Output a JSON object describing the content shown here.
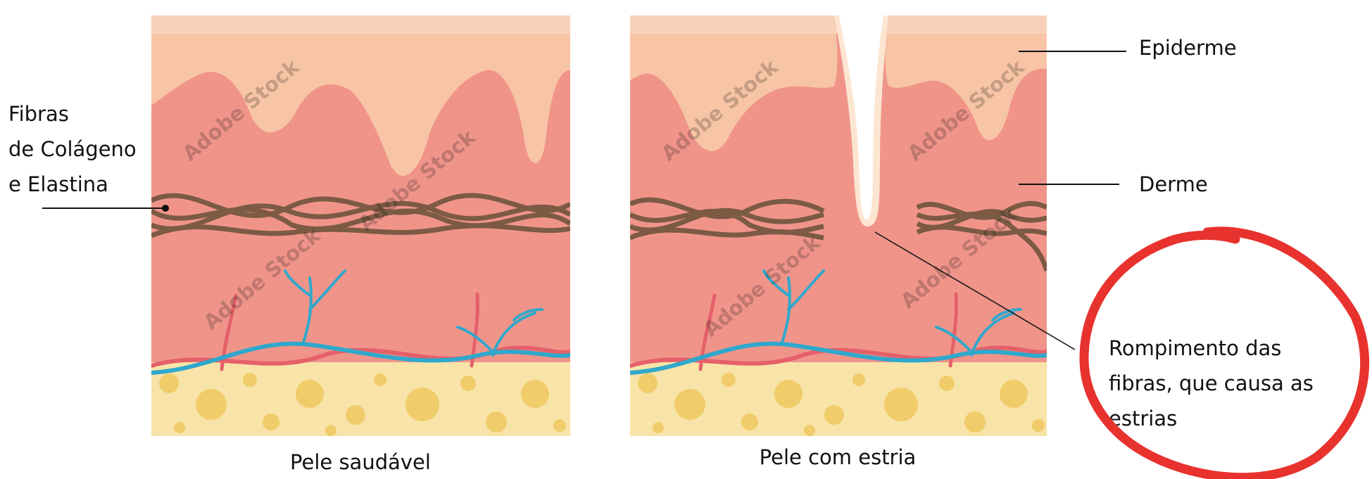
{
  "labels": {
    "fibers_line1": "Fibras",
    "fibers_line2": "de Colágeno",
    "fibers_line3": "e Elastina",
    "epidermis": "Epiderme",
    "dermis": "Derme",
    "rupture_line1": "Rompimento das",
    "rupture_line2": "fibras, que causa as",
    "rupture_line3": "estrias",
    "healthy_caption": "Pele saudável",
    "stretch_caption": "Pele com estria"
  },
  "watermark": "Adobe Stock",
  "colors": {
    "epidermis": "#f8c4a6",
    "epidermis_top": "#f7d2b8",
    "dermis": "#f0948a",
    "fibers": "#7c5a43",
    "vein_blue": "#2fa8cc",
    "artery_red": "#e5606a",
    "fat_layer": "#f8e4a8",
    "fat_cells": "#f0cc6a",
    "highlight_circle": "#e8322e"
  }
}
